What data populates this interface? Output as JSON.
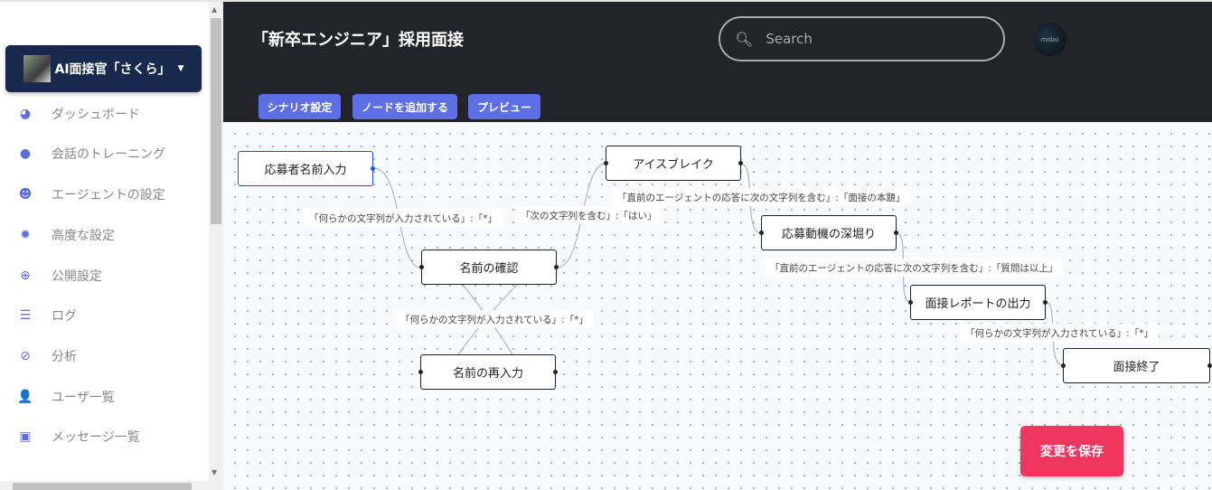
{
  "sidebar": {
    "agent": {
      "label": "AI面接官「さくら」",
      "icon": "caret-down-icon"
    },
    "items": [
      {
        "label": "ダッシュボード",
        "icon": "pie-chart-icon"
      },
      {
        "label": "会話のトレーニング",
        "icon": "chat-bubble-icon"
      },
      {
        "label": "エージェントの設定",
        "icon": "smile-icon"
      },
      {
        "label": "高度な設定",
        "icon": "gear-icon"
      },
      {
        "label": "公開設定",
        "icon": "globe-icon"
      },
      {
        "label": "ログ",
        "icon": "lines-icon"
      },
      {
        "label": "分析",
        "icon": "compass-icon"
      },
      {
        "label": "ユーザ一覧",
        "icon": "user-icon"
      },
      {
        "label": "メッセージ一覧",
        "icon": "inbox-icon"
      }
    ]
  },
  "header": {
    "title": "「新卒エンジニア」採用面接",
    "search_placeholder": "Search",
    "avatar_text": "mobo",
    "buttons": [
      "シナリオ設定",
      "ノードを追加する",
      "プレビュー"
    ]
  },
  "flow": {
    "nodes": [
      "応募者名前入力",
      "名前の確認",
      "名前の再入力",
      "アイスブレイク",
      "応募動機の深堀り",
      "面接レポートの出力",
      "面接終了"
    ],
    "edge_labels": [
      "「何らかの文字列が入力されている」:「*」",
      "「次の文字列を含む」:「はい」",
      "「直前のエージェントの応答に次の文字列を含む」:「面接の本題」",
      "「何らかの文字列が入力されている」:「*」",
      "「直前のエージェントの応答に次の文字列を含む」:「質問は以上」",
      "「何らかの文字列が入力されている」:「*」"
    ]
  },
  "save_label": "変更を保存",
  "colors": {
    "accent": "#5e6fe3",
    "save": "#f0365e",
    "header": "#222429",
    "agent_button": "#172a4d",
    "selected_node": "#1a55d6"
  }
}
